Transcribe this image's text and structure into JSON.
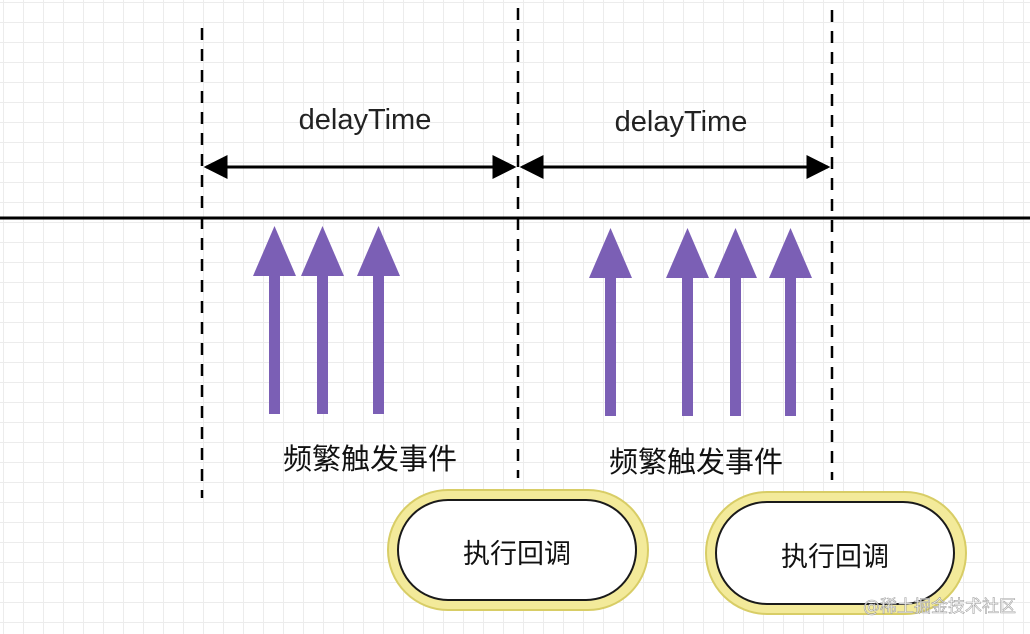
{
  "interval_label_1": "delayTime",
  "interval_label_2": "delayTime",
  "events_label_1": "频繁触发事件",
  "events_label_2": "频繁触发事件",
  "callback_label_1": "执行回调",
  "callback_label_2": "执行回调",
  "watermark": "@稀土掘金技术社区",
  "colors": {
    "arrow": "#7b5fb5",
    "callback_outer": "#f0e590",
    "line": "#000000"
  }
}
